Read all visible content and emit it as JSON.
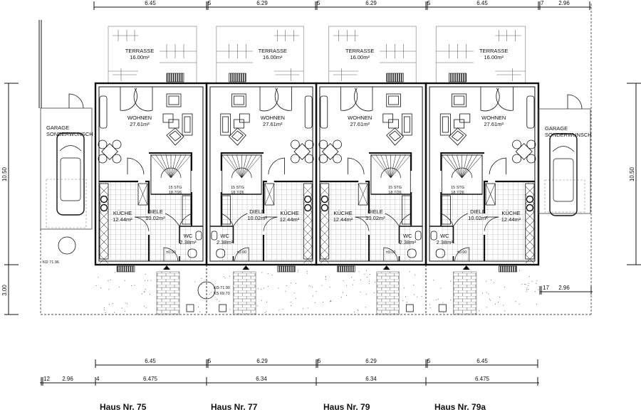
{
  "title": "Reihenhaus Grundriss Erdgeschoss",
  "colors": {
    "line": "#111111",
    "thin": "#555555",
    "tile": "#9a9a9a",
    "grill": "#333333"
  },
  "dimensions": {
    "top": [
      "6.45",
      "5",
      "6.29",
      "5",
      "6.29",
      "5",
      "6.45",
      "7",
      "2.96"
    ],
    "left": [
      "10.50",
      "3.00"
    ],
    "right": [
      "10.50"
    ],
    "right_front": [
      "17",
      "2.96"
    ],
    "bottom_row1": [
      "6.45",
      "5",
      "6.29",
      "5",
      "6.29",
      "5",
      "6.45"
    ],
    "bottom_row2": [
      "12",
      "2.96",
      "4",
      "6.475",
      "6.34",
      "6.34",
      "6.475"
    ]
  },
  "rooms": {
    "terrasse": {
      "name": "TERRASSE",
      "area": "16.00m²"
    },
    "wohnen": {
      "name": "WOHNEN",
      "area": "27.61m²"
    },
    "kueche": {
      "name": "KÜCHE",
      "area": "12.44m²"
    },
    "diele": {
      "name": "DIELE",
      "area": "10.02m²"
    },
    "wc": {
      "name": "WC",
      "area": "2.38m²"
    },
    "stair": {
      "line1": "15 STG",
      "line2": "18.7/26"
    },
    "level": "±0.00"
  },
  "houses": [
    {
      "label": "Haus Nr. 75"
    },
    {
      "label": "Haus Nr. 77"
    },
    {
      "label": "Haus Nr. 79"
    },
    {
      "label": "Haus Nr. 79a"
    }
  ],
  "garages": [
    {
      "line1": "GARAGE",
      "line2": "SONDERWUNSCH"
    },
    {
      "line1": "GARAGE",
      "line2": "SONDERWUNSCH"
    }
  ],
  "levels": {
    "kd_left": "KD 71.96",
    "kd_mid": "KD 71.90",
    "ks_mid": "KS 69.70"
  }
}
